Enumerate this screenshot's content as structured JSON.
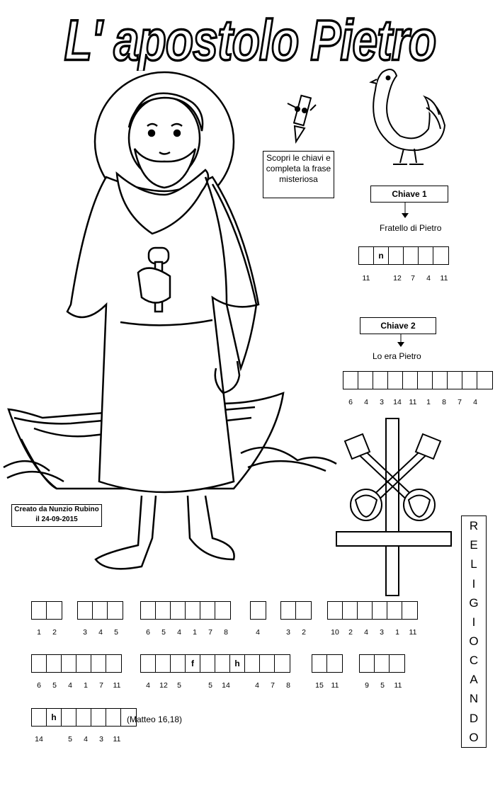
{
  "title": "L' apostolo Pietro",
  "instruction": "Scopri le chiavi e completa la frase misteriosa",
  "credit": "Creato da Nunzio Rubino il 24-09-2015",
  "vertical_word": [
    "R",
    "E",
    "L",
    "I",
    "G",
    "I",
    "O",
    "C",
    "A",
    "N",
    "D",
    "O"
  ],
  "key1": {
    "label": "Chiave 1",
    "clue": "Fratello di Pietro",
    "cells": [
      "",
      "n",
      "",
      "",
      "",
      ""
    ],
    "numbers": [
      "11",
      "",
      "12",
      "7",
      "4",
      "11"
    ]
  },
  "key2": {
    "label": "Chiave 2",
    "clue": "Lo era Pietro",
    "cells": [
      "",
      "",
      "",
      "",
      "",
      "",
      "",
      "",
      "",
      ""
    ],
    "numbers": [
      "6",
      "4",
      "3",
      "14",
      "11",
      "1",
      "8",
      "7",
      "4",
      ""
    ]
  },
  "sentence_row1": [
    {
      "cells": [
        "",
        ""
      ],
      "numbers": [
        "1",
        "2"
      ]
    },
    {
      "cells": [
        "",
        "",
        ""
      ],
      "numbers": [
        "3",
        "4",
        "5"
      ]
    },
    {
      "cells": [
        "",
        "",
        "",
        "",
        "",
        ""
      ],
      "numbers": [
        "6",
        "5",
        "4",
        "1",
        "7",
        "8"
      ]
    },
    {
      "cells": [
        ""
      ],
      "numbers": [
        "4"
      ]
    },
    {
      "cells": [
        "",
        ""
      ],
      "numbers": [
        "3",
        "2"
      ]
    },
    {
      "cells": [
        "",
        "",
        "",
        "",
        "",
        ""
      ],
      "numbers": [
        "10",
        "2",
        "4",
        "3",
        "1",
        "11"
      ]
    }
  ],
  "sentence_row2": [
    {
      "cells": [
        "",
        "",
        "",
        "",
        "",
        ""
      ],
      "numbers": [
        "6",
        "5",
        "4",
        "1",
        "7",
        "11"
      ]
    },
    {
      "cells": [
        "",
        "",
        "",
        "f",
        "",
        "",
        "h",
        "",
        "",
        ""
      ],
      "numbers": [
        "4",
        "12",
        "5",
        "",
        "5",
        "14",
        "",
        "4",
        "7",
        "8"
      ]
    },
    {
      "cells": [
        "",
        ""
      ],
      "numbers": [
        "15",
        "11"
      ]
    },
    {
      "cells": [
        "",
        "",
        ""
      ],
      "numbers": [
        "9",
        "5",
        "11"
      ]
    }
  ],
  "sentence_row3": [
    {
      "cells": [
        "",
        "h",
        "",
        "",
        "",
        "",
        ""
      ],
      "numbers": [
        "14",
        "",
        "5",
        "4",
        "3",
        "11",
        ""
      ]
    }
  ],
  "citation": "(Matteo 16,18)"
}
